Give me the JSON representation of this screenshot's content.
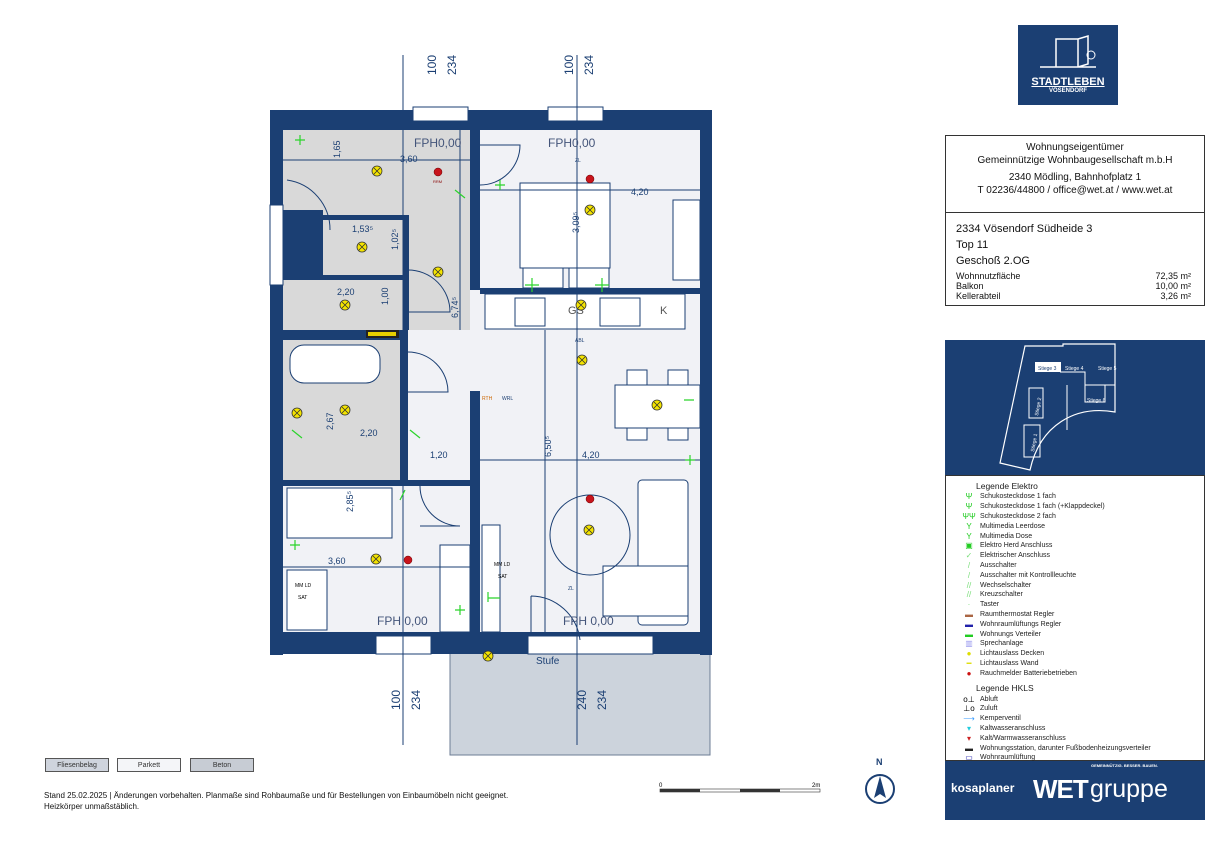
{
  "brand": {
    "line1": "STADTLEBEN",
    "line2": "VÖSENDORF"
  },
  "owner": {
    "title": "Wohnungseigentümer",
    "company": "Gemeinnützige Wohnbaugesellschaft m.b.H",
    "address": "2340 Mödling, Bahnhofplatz 1",
    "contact": "T 02236/44800 / office@wet.at / www.wet.at"
  },
  "project": {
    "address": "2334 Vösendorf Südheide 3",
    "top": "Top 11",
    "floor": "Geschoß 2.OG",
    "areas": [
      {
        "label": "Wohnnutzfläche",
        "value": "72,35 m²"
      },
      {
        "label": "Balkon",
        "value": "10,00 m²"
      },
      {
        "label": "Kellerabteil",
        "value": "3,26 m²"
      }
    ]
  },
  "sitemap": {
    "stiegen": [
      "Stiege 1",
      "Stiege 2",
      "Stiege 3",
      "Stiege 4",
      "Stiege 5",
      "Stiege 6"
    ]
  },
  "legend_elektro": {
    "title": "Legende Elektro",
    "items": [
      "Schukosteckdose 1 fach",
      "Schukosteckdose 1 fach (+Klappdeckel)",
      "Schukosteckdose 2 fach",
      "Multimedia Leerdose",
      "Multimedia Dose",
      "Elektro Herd Anschluss",
      "Elektrischer Anschluss",
      "Ausschalter",
      "Ausschalter mit Kontrollleuchte",
      "Wechselschalter",
      "Kreuzschalter",
      "Taster",
      "Raumthermostat Regler",
      "Wohnraumlüftungs Regler",
      "Wohnungs Verteiler",
      "Sprechanlage",
      "Lichtauslass Decken",
      "Lichtauslass Wand",
      "Rauchmelder Batteriebetrieben"
    ]
  },
  "legend_hkls": {
    "title": "Legende HKLS",
    "items": [
      "Abluft",
      "Zuluft",
      "Kemperventil",
      "Kaltwasseranschluss",
      "Kalt/Warmwasseranschluss",
      "Wohnungsstation, darunter Fußbodenheizungsverteiler",
      "Wohnraumlüftung"
    ]
  },
  "logos": {
    "left": "kosaplaner",
    "wet": "WET",
    "gruppe": "gruppe",
    "tagline": "GEMEINNÜTZIG. BESSER. BAUEN."
  },
  "materials": [
    "Fliesenbelag",
    "Parkett",
    "Beton"
  ],
  "footer": {
    "line1": "Stand 25.02.2025 | Änderungen vorbehalten. Planmaße sind Rohbaumaße und für Bestellungen von Einbaumöbeln nicht geeignet.",
    "line2": "Heizkörper unmaßstäblich."
  },
  "scale": {
    "start": "0",
    "end": "2m"
  },
  "north": "N",
  "plan": {
    "dims_top": [
      "100",
      "234",
      "100",
      "234"
    ],
    "dims_bottom": [
      "100",
      "234",
      "240",
      "234"
    ],
    "fph": [
      "FPH0,00",
      "FPH0,00",
      "FPH 0,00",
      "FPH 0,00"
    ],
    "dims": [
      "3,60",
      "1,65",
      "4,20",
      "3,09⁵",
      "1,53⁵",
      "1,02⁵",
      "2,20",
      "1,00",
      "6,74⁵",
      "2,67",
      "2,20",
      "1,20",
      "6,50⁵",
      "4,20",
      "2,85⁵",
      "3,60"
    ],
    "stufe": "Stufe",
    "gs": "GS",
    "k": "K",
    "tags": {
      "rrm": "RRM",
      "zl": "ZL",
      "abl": "ABL",
      "mmld": "MM LD",
      "sat": "SAT",
      "rth": "RTH",
      "wrl": "WRL"
    }
  },
  "colors": {
    "wall": "#1b3f73",
    "tile": "#d9d9d9",
    "floor": "#f1f2f6",
    "balcony": "#ccd3dc"
  }
}
